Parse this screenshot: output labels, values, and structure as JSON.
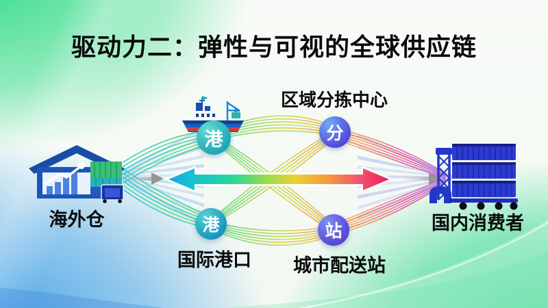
{
  "slide": {
    "title": "驱动力二：弹性与可视的全球供应链"
  },
  "diagram": {
    "source": {
      "label": "海外仓",
      "icon": "warehouse-with-containers-icon"
    },
    "destination": {
      "label": "国内消费者",
      "icon": "stacked-containers-with-crane-icon"
    },
    "hubs": {
      "port_ship": {
        "badge": "港",
        "icon": "cargo-ship-icon"
      },
      "sorting": {
        "badge": "分",
        "label": "区域分拣中心"
      },
      "port": {
        "badge": "港",
        "label": "国际港口"
      },
      "station": {
        "badge": "站",
        "label": "城市配送站"
      }
    }
  },
  "colors": {
    "background_green": "#3edd8e",
    "background_blue": "#47a3e8",
    "badge_teal": "#17a2b6",
    "badge_indigo": "#5340d6",
    "arrow_gradient_left": "#14aae6",
    "arrow_gradient_right": "#ee1e55",
    "line_rainbow": [
      "#23c9c4",
      "#3dd08a",
      "#e8c838",
      "#f59d43",
      "#f04f8a",
      "#9a6cf0"
    ]
  }
}
